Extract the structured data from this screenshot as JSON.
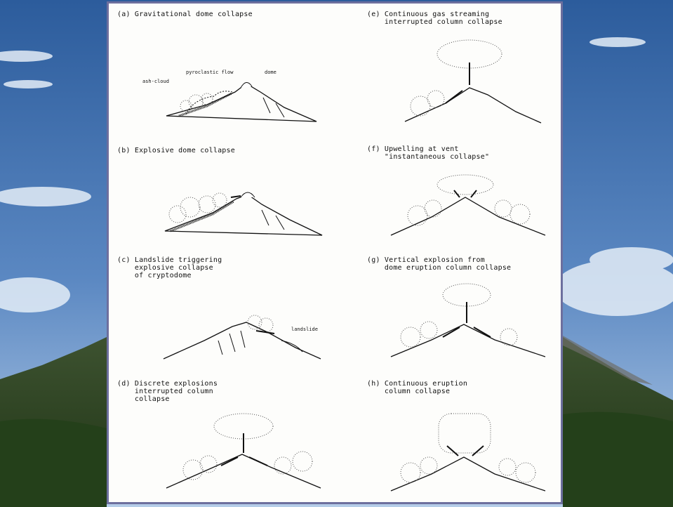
{
  "panels": [
    {
      "id": "a",
      "caption": "(a) Gravitational dome collapse",
      "labels": {
        "pyro": "pyroclastic flow",
        "dome": "dome",
        "ash": "ash-cloud"
      }
    },
    {
      "id": "b",
      "caption": "(b) Explosive dome collapse"
    },
    {
      "id": "c",
      "caption": "(c) Landslide triggering\n    explosive collapse\n    of cryptodome",
      "labels": {
        "landslide": "landslide"
      }
    },
    {
      "id": "d",
      "caption": "(d) Discrete explosions\n    interrupted column\n    collapse"
    },
    {
      "id": "e",
      "caption": "(e) Continuous gas streaming\n    interrupted column collapse"
    },
    {
      "id": "f",
      "caption": "(f) Upwelling at vent\n    \"instantaneous collapse\""
    },
    {
      "id": "g",
      "caption": "(g) Vertical explosion from\n    dome eruption column collapse"
    },
    {
      "id": "h",
      "caption": "(h) Continuous eruption\n    column collapse"
    }
  ],
  "colors": {
    "frame": "#6d6f9e",
    "sky_top": "#2f5f9e",
    "sky_bottom": "#a9c6e6",
    "forest": "#2e4a1f",
    "paper": "#fdfdfb"
  }
}
